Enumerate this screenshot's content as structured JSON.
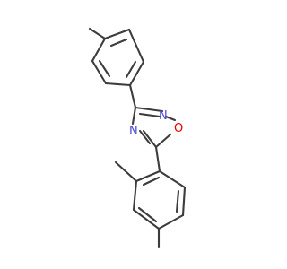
{
  "molecule": {
    "atoms": {
      "n2": "N",
      "o1": "O",
      "n4": "N"
    }
  },
  "colors": {
    "bond": "#3c3c3c",
    "nitrogen": "#4a4ad8",
    "oxygen": "#e00000",
    "background": "#ffffff"
  }
}
